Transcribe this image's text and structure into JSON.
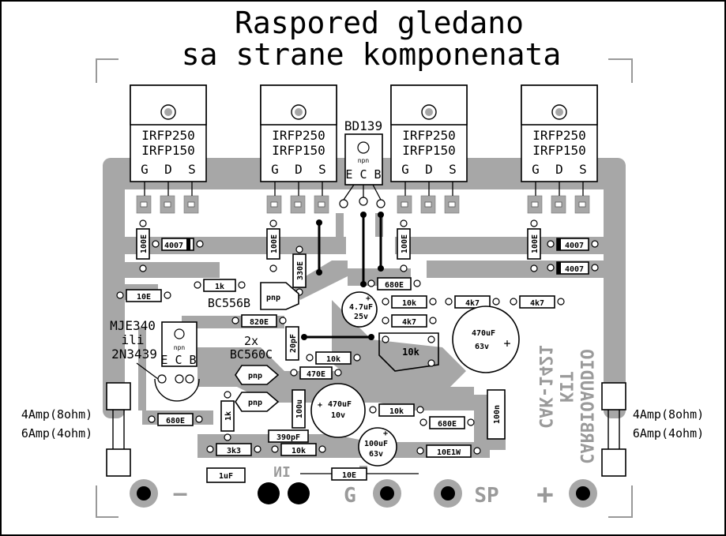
{
  "title": {
    "line1": "Raspored gledano",
    "line2": "sa strane komponenata"
  },
  "transistors": {
    "mosfet_label_1": "IRFP250",
    "mosfet_label_2": "IRFP150",
    "pins": {
      "g": "G",
      "d": "D",
      "s": "S"
    },
    "bd139": {
      "name": "BD139",
      "type": "npn",
      "pins": "E C B"
    },
    "mje340": {
      "name1": "MJE340",
      "or": "ili",
      "name2": "2N3439",
      "type": "npn",
      "pins": "E C B"
    },
    "bc556b": {
      "name": "BC556B",
      "type": "pnp"
    },
    "bc560c": {
      "count": "2x",
      "name": "BC560C",
      "type": "pnp"
    }
  },
  "resistors": {
    "r100e": "100E",
    "r1k": "1k",
    "r10e": "10E",
    "r330e": "330E",
    "r680e": "680E",
    "r10k": "10k",
    "r4k7": "4k7",
    "r820e": "820E",
    "r470e": "470E",
    "r3k3": "3k3",
    "r10e1w": "10E1W",
    "trimmer": "10k"
  },
  "diodes": {
    "d4007": "4007"
  },
  "capacitors": {
    "c47uf": {
      "value": "4.7uF",
      "voltage": "25v"
    },
    "c470uf_a": {
      "value": "470uF",
      "voltage": "63v"
    },
    "c470uf_b": {
      "value": "470uF",
      "voltage": "10v"
    },
    "c100uf": {
      "value": "100uF",
      "voltage": "63v"
    },
    "c20pf": "20pF",
    "c390pf": "390pF",
    "c1uf": "1uF",
    "c100u": "100u",
    "c100n": "100n"
  },
  "fuses": {
    "left": {
      "line1": "4Amp(8ohm)",
      "line2": "6Amp(4ohm)"
    },
    "right": {
      "line1": "4Amp(8ohm)",
      "line2": "6Amp(4ohm)"
    }
  },
  "connectors": {
    "minus": "—",
    "in": "IN",
    "g": "G",
    "sp": "SP",
    "plus": "+"
  },
  "mirrored_text": {
    "line1": "CAK-1421",
    "line2": "KIT",
    "line3": "CARBIOAUDIO"
  },
  "colors": {
    "copper": "#a7a7a7",
    "ink": "#000000",
    "board": "#ffffff"
  }
}
